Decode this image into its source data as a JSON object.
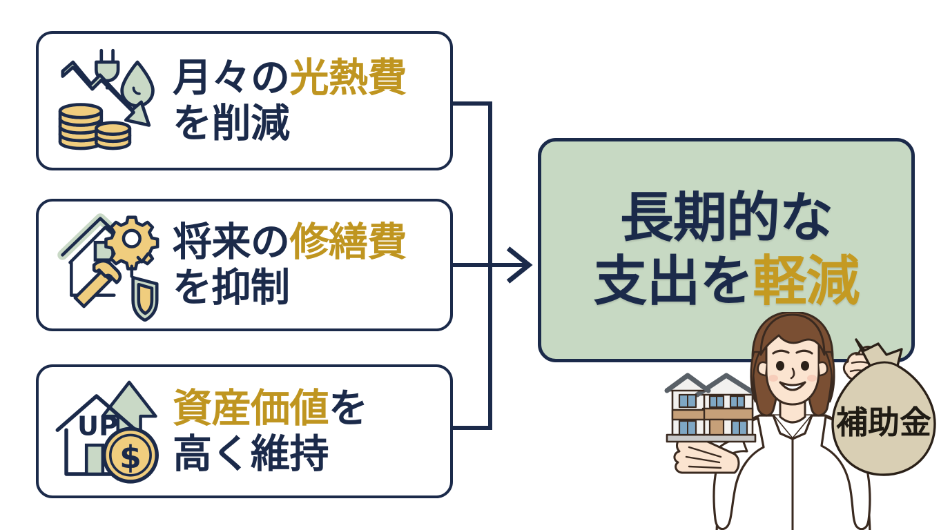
{
  "colors": {
    "navy": "#1b2a4a",
    "gold": "#bf9520",
    "gold_bright": "#c49a22",
    "sage": "#c7d9c3",
    "sage_icon": "#c9d9c6",
    "coin_gold": "#f0cd7e",
    "card_bg": "#ffffff",
    "page_bg": "#ffffff"
  },
  "cards": [
    {
      "id": "utility-cost",
      "icon": "cost-down-arrow-coins-plug-droplet-icon",
      "line1_plain": "月々の",
      "line1_highlight": "光熱費",
      "line2": "を削減",
      "full_text": "月々の光熱費を削減"
    },
    {
      "id": "repair-cost",
      "icon": "house-gear-hammer-shield-icon",
      "line1_plain": "将来の",
      "line1_highlight": "修繕費",
      "line2": "を抑制",
      "full_text": "将来の修繕費を抑制"
    },
    {
      "id": "asset-value",
      "icon": "house-up-arrow-dollar-coin-icon",
      "line1_plain": "",
      "line1_highlight": "資産価値",
      "line1_tail": "を",
      "line2": "高く維持",
      "full_text": "資産価値を高く維持"
    }
  ],
  "icon_labels": {
    "house_up_text": "UP",
    "dollar_symbol": "$"
  },
  "connector": {
    "arrow_icon": "arrow-right-icon",
    "direction": "left-to-right"
  },
  "result": {
    "line1": "長期的な",
    "line2_plain": "支出を",
    "line2_highlight": "軽減",
    "full_text": "長期的な支出を軽減"
  },
  "illustration": {
    "person_alt": "smiling-woman-holding-house-and-money-bag",
    "money_bag_label": "補助金",
    "house_alt": "two-story-model-house"
  }
}
